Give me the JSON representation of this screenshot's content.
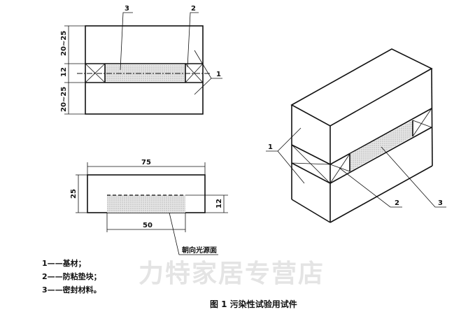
{
  "top_view": {
    "dim_top": "20~25",
    "dim_mid": "12",
    "dim_bottom": "20~25",
    "callout_3": "3",
    "callout_2": "2",
    "callout_1": "1"
  },
  "section_view": {
    "dim_width": "75",
    "dim_height": "25",
    "dim_seal_height": "12",
    "dim_seal_width": "50",
    "note": "朝向光源面"
  },
  "iso_view": {
    "callout_1": "1",
    "callout_2": "2",
    "callout_3": "3"
  },
  "legend": [
    "1——基材；",
    "2——防粘垫块；",
    "3——密封材料。"
  ],
  "caption": "图 1  污染性试验用试件",
  "watermark": "力特家居专营店"
}
